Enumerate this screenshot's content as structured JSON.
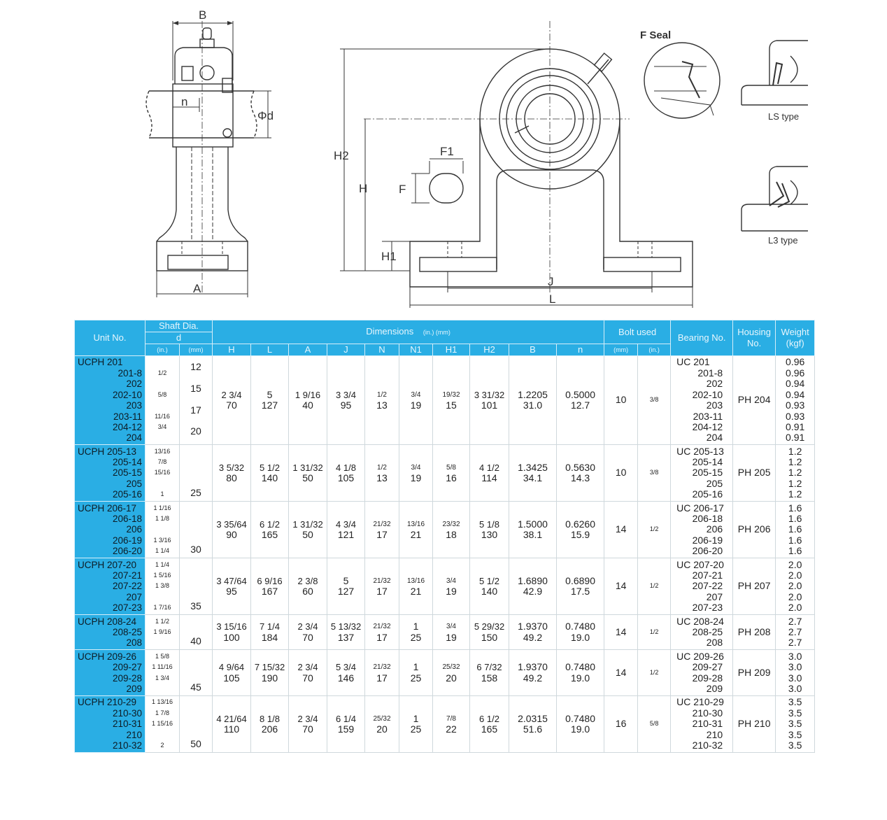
{
  "drawings": {
    "side_labels": {
      "B": "B",
      "n": "n",
      "phi_d": "Φd",
      "A": "A"
    },
    "front_labels": {
      "H2": "H2",
      "H": "H",
      "H1": "H1",
      "F": "F",
      "F1": "F1",
      "J": "J",
      "L": "L"
    },
    "seal": {
      "title": "F Seal",
      "ls": "LS type",
      "l3": "L3 type"
    }
  },
  "table": {
    "header": {
      "unit": "Unit No.",
      "shaft": "Shaft Dia.",
      "d": "d",
      "inch": "(in.)",
      "mm": "(mm)",
      "dimensions": "Dimensions",
      "dim_units": "(in.) (mm)",
      "bolt": "Bolt used",
      "bolt_mm": "(mm)",
      "bolt_in": "(in.)",
      "bearing": "Bearing No.",
      "housing": "Housing No.",
      "weight": "Weight (kgf)",
      "cols": [
        "H",
        "L",
        "A",
        "J",
        "N",
        "N1",
        "H1",
        "H2",
        "B",
        "n"
      ]
    },
    "groups": [
      {
        "units": [
          "UCPH 201",
          "201-8",
          "202",
          "202-10",
          "203",
          "203-11",
          "204-12",
          "204"
        ],
        "inch": [
          "",
          "1/2",
          "",
          "5/8",
          "",
          "11/16",
          "3/4",
          ""
        ],
        "mm": [
          "12",
          "15",
          "17",
          "20"
        ],
        "dims": [
          [
            "2 3/4",
            "70"
          ],
          [
            "5",
            "127"
          ],
          [
            "1 9/16",
            "40"
          ],
          [
            "3 3/4",
            "95"
          ],
          [
            "1/2",
            "13"
          ],
          [
            "3/4",
            "19"
          ],
          [
            "19/32",
            "15"
          ],
          [
            "3 31/32",
            "101"
          ],
          [
            "1.2205",
            "31.0"
          ],
          [
            "0.5000",
            "12.7"
          ]
        ],
        "bolt_mm": "10",
        "bolt_in": "3/8",
        "bearings": [
          "UC 201",
          "201-8",
          "202",
          "202-10",
          "203",
          "203-11",
          "204-12",
          "204"
        ],
        "housing": "PH 204",
        "weights": [
          "0.96",
          "0.96",
          "0.94",
          "0.94",
          "0.93",
          "0.93",
          "0.91",
          "0.91"
        ]
      },
      {
        "units": [
          "UCPH 205-13",
          "205-14",
          "205-15",
          "205",
          "205-16"
        ],
        "inch": [
          "13/16",
          "7/8",
          "15/16",
          "",
          "1"
        ],
        "mm": [
          "25"
        ],
        "dims": [
          [
            "3 5/32",
            "80"
          ],
          [
            "5 1/2",
            "140"
          ],
          [
            "1 31/32",
            "50"
          ],
          [
            "4 1/8",
            "105"
          ],
          [
            "1/2",
            "13"
          ],
          [
            "3/4",
            "19"
          ],
          [
            "5/8",
            "16"
          ],
          [
            "4 1/2",
            "114"
          ],
          [
            "1.3425",
            "34.1"
          ],
          [
            "0.5630",
            "14.3"
          ]
        ],
        "bolt_mm": "10",
        "bolt_in": "3/8",
        "bearings": [
          "UC 205-13",
          "205-14",
          "205-15",
          "205",
          "205-16"
        ],
        "housing": "PH 205",
        "weights": [
          "1.2",
          "1.2",
          "1.2",
          "1.2",
          "1.2"
        ]
      },
      {
        "units": [
          "UCPH 206-17",
          "206-18",
          "206",
          "206-19",
          "206-20"
        ],
        "inch": [
          "1 1/16",
          "1 1/8",
          "",
          "1 3/16",
          "1 1/4"
        ],
        "mm": [
          "30"
        ],
        "dims": [
          [
            "3 35/64",
            "90"
          ],
          [
            "6 1/2",
            "165"
          ],
          [
            "1 31/32",
            "50"
          ],
          [
            "4 3/4",
            "121"
          ],
          [
            "21/32",
            "17"
          ],
          [
            "13/16",
            "21"
          ],
          [
            "23/32",
            "18"
          ],
          [
            "5 1/8",
            "130"
          ],
          [
            "1.5000",
            "38.1"
          ],
          [
            "0.6260",
            "15.9"
          ]
        ],
        "bolt_mm": "14",
        "bolt_in": "1/2",
        "bearings": [
          "UC 206-17",
          "206-18",
          "206",
          "206-19",
          "206-20"
        ],
        "housing": "PH 206",
        "weights": [
          "1.6",
          "1.6",
          "1.6",
          "1.6",
          "1.6"
        ]
      },
      {
        "units": [
          "UCPH 207-20",
          "207-21",
          "207-22",
          "207",
          "207-23"
        ],
        "inch": [
          "1 1/4",
          "1 5/16",
          "1 3/8",
          "",
          "1 7/16"
        ],
        "mm": [
          "35"
        ],
        "dims": [
          [
            "3 47/64",
            "95"
          ],
          [
            "6 9/16",
            "167"
          ],
          [
            "2 3/8",
            "60"
          ],
          [
            "5",
            "127"
          ],
          [
            "21/32",
            "17"
          ],
          [
            "13/16",
            "21"
          ],
          [
            "3/4",
            "19"
          ],
          [
            "5 1/2",
            "140"
          ],
          [
            "1.6890",
            "42.9"
          ],
          [
            "0.6890",
            "17.5"
          ]
        ],
        "bolt_mm": "14",
        "bolt_in": "1/2",
        "bearings": [
          "UC 207-20",
          "207-21",
          "207-22",
          "207",
          "207-23"
        ],
        "housing": "PH 207",
        "weights": [
          "2.0",
          "2.0",
          "2.0",
          "2.0",
          "2.0"
        ]
      },
      {
        "units": [
          "UCPH 208-24",
          "208-25",
          "208"
        ],
        "inch": [
          "1 1/2",
          "1 9/16",
          ""
        ],
        "mm": [
          "40"
        ],
        "dims": [
          [
            "3 15/16",
            "100"
          ],
          [
            "7 1/4",
            "184"
          ],
          [
            "2 3/4",
            "70"
          ],
          [
            "5 13/32",
            "137"
          ],
          [
            "21/32",
            "17"
          ],
          [
            "1",
            "25"
          ],
          [
            "3/4",
            "19"
          ],
          [
            "5 29/32",
            "150"
          ],
          [
            "1.9370",
            "49.2"
          ],
          [
            "0.7480",
            "19.0"
          ]
        ],
        "bolt_mm": "14",
        "bolt_in": "1/2",
        "bearings": [
          "UC 208-24",
          "208-25",
          "208"
        ],
        "housing": "PH 208",
        "weights": [
          "2.7",
          "2.7",
          "2.7"
        ]
      },
      {
        "units": [
          "UCPH 209-26",
          "209-27",
          "209-28",
          "209"
        ],
        "inch": [
          "1 5/8",
          "1 11/16",
          "1 3/4",
          ""
        ],
        "mm": [
          "45"
        ],
        "dims": [
          [
            "4 9/64",
            "105"
          ],
          [
            "7 15/32",
            "190"
          ],
          [
            "2 3/4",
            "70"
          ],
          [
            "5 3/4",
            "146"
          ],
          [
            "21/32",
            "17"
          ],
          [
            "1",
            "25"
          ],
          [
            "25/32",
            "20"
          ],
          [
            "6 7/32",
            "158"
          ],
          [
            "1.9370",
            "49.2"
          ],
          [
            "0.7480",
            "19.0"
          ]
        ],
        "bolt_mm": "14",
        "bolt_in": "1/2",
        "bearings": [
          "UC 209-26",
          "209-27",
          "209-28",
          "209"
        ],
        "housing": "PH 209",
        "weights": [
          "3.0",
          "3.0",
          "3.0",
          "3.0"
        ]
      },
      {
        "units": [
          "UCPH 210-29",
          "210-30",
          "210-31",
          "210",
          "210-32"
        ],
        "inch": [
          "1 13/16",
          "1 7/8",
          "1 15/16",
          "",
          "2"
        ],
        "mm": [
          "50"
        ],
        "dims": [
          [
            "4 21/64",
            "110"
          ],
          [
            "8 1/8",
            "206"
          ],
          [
            "2 3/4",
            "70"
          ],
          [
            "6 1/4",
            "159"
          ],
          [
            "25/32",
            "20"
          ],
          [
            "1",
            "25"
          ],
          [
            "7/8",
            "22"
          ],
          [
            "6 1/2",
            "165"
          ],
          [
            "2.0315",
            "51.6"
          ],
          [
            "0.7480",
            "19.0"
          ]
        ],
        "bolt_mm": "16",
        "bolt_in": "5/8",
        "bearings": [
          "UC 210-29",
          "210-30",
          "210-31",
          "210",
          "210-32"
        ],
        "housing": "PH 210",
        "weights": [
          "3.5",
          "3.5",
          "3.5",
          "3.5",
          "3.5"
        ]
      }
    ]
  }
}
